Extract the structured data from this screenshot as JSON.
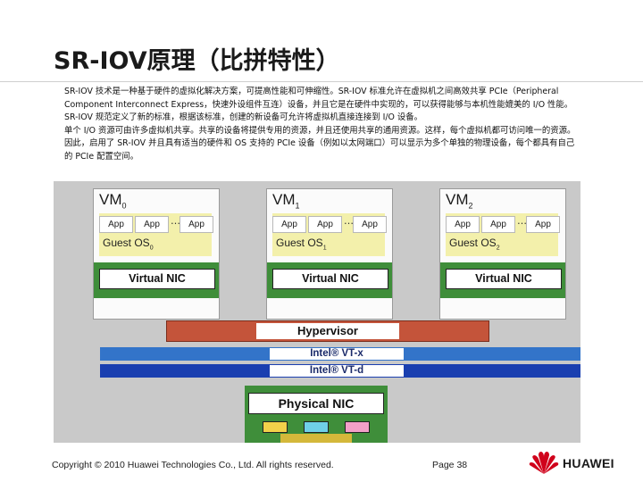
{
  "slide": {
    "title": "SR-IOV原理（比拼特性）",
    "paragraphs": [
      "SR-IOV 技术是一种基于硬件的虚拟化解决方案，可提高性能和可伸缩性。SR-IOV 标准允许在虚拟机之间高效共享 PCIe（Peripheral Component Interconnect Express，快速外设组件互连）设备，并且它是在硬件中实现的，可以获得能够与本机性能媲美的 I/O 性能。SR-IOV 规范定义了新的标准，根据该标准，创建的新设备可允许将虚拟机直接连接到 I/O 设备。",
      "单个 I/O 资源可由许多虚拟机共享。共享的设备将提供专用的资源，并且还使用共享的通用资源。这样，每个虚拟机都可访问唯一的资源。因此，启用了 SR-IOV 并且具有适当的硬件和 OS 支持的 PCIe 设备（例如以太网端口）可以显示为多个单独的物理设备，每个都具有自己的 PCIe 配置空间。"
    ]
  },
  "diagram": {
    "vms": [
      {
        "name": "VM",
        "index": "0",
        "apps": [
          "App",
          "App",
          "App"
        ],
        "dots": "…",
        "guest": "Guest OS",
        "guest_index": "0",
        "nic": "Virtual NIC"
      },
      {
        "name": "VM",
        "index": "1",
        "apps": [
          "App",
          "App",
          "App"
        ],
        "dots": "…",
        "guest": "Guest OS",
        "guest_index": "1",
        "nic": "Virtual NIC"
      },
      {
        "name": "VM",
        "index": "2",
        "apps": [
          "App",
          "App",
          "App"
        ],
        "dots": "…",
        "guest": "Guest OS",
        "guest_index": "2",
        "nic": "Virtual NIC"
      }
    ],
    "hypervisor": "Hypervisor",
    "vtx": "Intel® VT-x",
    "vtd": "Intel® VT-d",
    "physical_nic": "Physical NIC",
    "port_colors": [
      "#f2d14a",
      "#6fd0e8",
      "#f3a0c8"
    ]
  },
  "footer": {
    "copyright": "Copyright © 2010 Huawei Technologies Co., Ltd. All rights reserved.",
    "page": "Page 38",
    "brand": "HUAWEI"
  }
}
